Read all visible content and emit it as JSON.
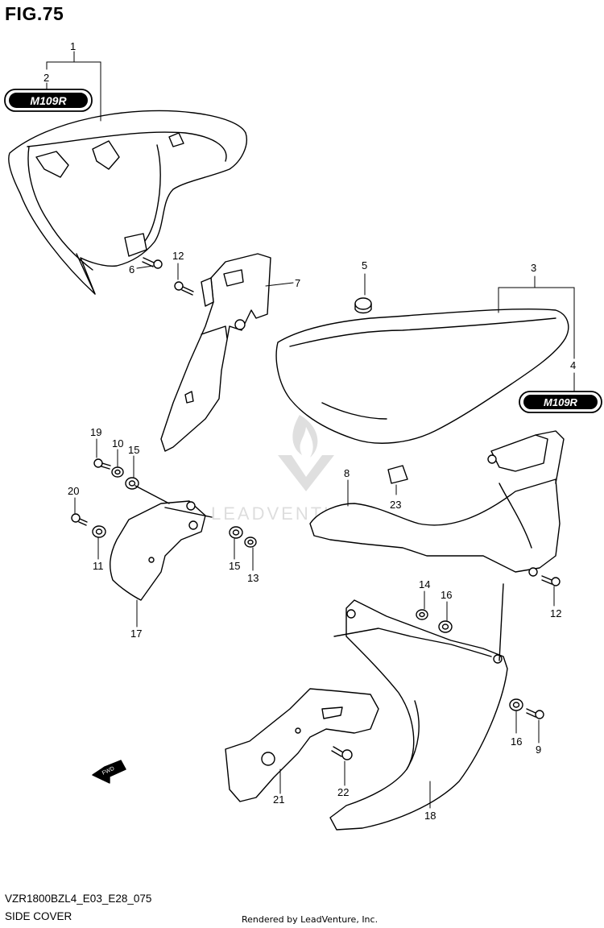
{
  "figure": {
    "title": "FIG.75",
    "model_code": "VZR1800BZL4_E03_E28_075",
    "section_name": "SIDE COVER",
    "credit": "Rendered by LeadVenture, Inc.",
    "watermark": "LEADVENTURE",
    "badge_text": "M109R",
    "fwd_label": "FWD"
  },
  "callouts": [
    "1",
    "2",
    "3",
    "4",
    "5",
    "6",
    "7",
    "8",
    "9",
    "10",
    "11",
    "12",
    "12",
    "13",
    "14",
    "15",
    "15",
    "16",
    "16",
    "17",
    "18",
    "19",
    "20",
    "21",
    "22",
    "23"
  ]
}
